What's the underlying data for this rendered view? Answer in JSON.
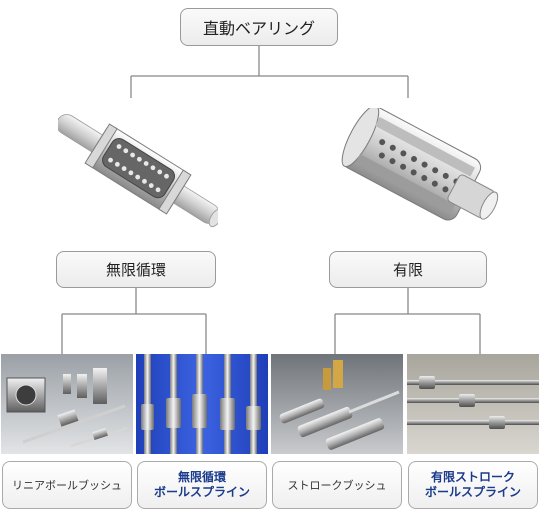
{
  "root": {
    "label": "直動ベアリング"
  },
  "branches": [
    {
      "label": "無限循環",
      "icon": "recirculating-ball-bushing-illustration"
    },
    {
      "label": "有限",
      "icon": "stroke-bushing-illustration"
    }
  ],
  "products": [
    {
      "line1": "リニアボールブッシュ",
      "line2": "",
      "style": "plain",
      "photo": "linear-ball-bushing-photo"
    },
    {
      "line1": "無限循環",
      "line2": "ボールスプライン",
      "style": "blue",
      "photo": "ball-spline-photo"
    },
    {
      "line1": "ストロークブッシュ",
      "line2": "",
      "style": "plain",
      "photo": "stroke-bushing-photo"
    },
    {
      "line1": "有限ストローク",
      "line2": "ボールスプライン",
      "style": "blue",
      "photo": "stroke-ball-spline-photo"
    }
  ],
  "colors": {
    "line": "#888888",
    "box_border": "#9a9a9a",
    "label_blue": "#1a3a8c",
    "spline_bg": "#2c4fd0"
  }
}
